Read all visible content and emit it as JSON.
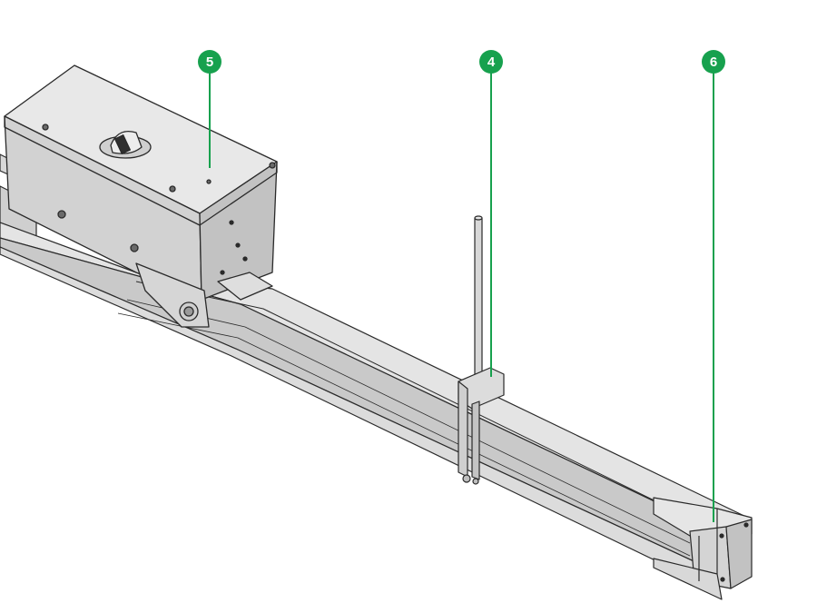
{
  "diagram": {
    "accent_color": "#17a14e",
    "callouts": [
      {
        "id": "tap-off-box",
        "number": "5"
      },
      {
        "id": "suspension-rod",
        "number": "4"
      },
      {
        "id": "busway-end",
        "number": "6"
      }
    ]
  }
}
